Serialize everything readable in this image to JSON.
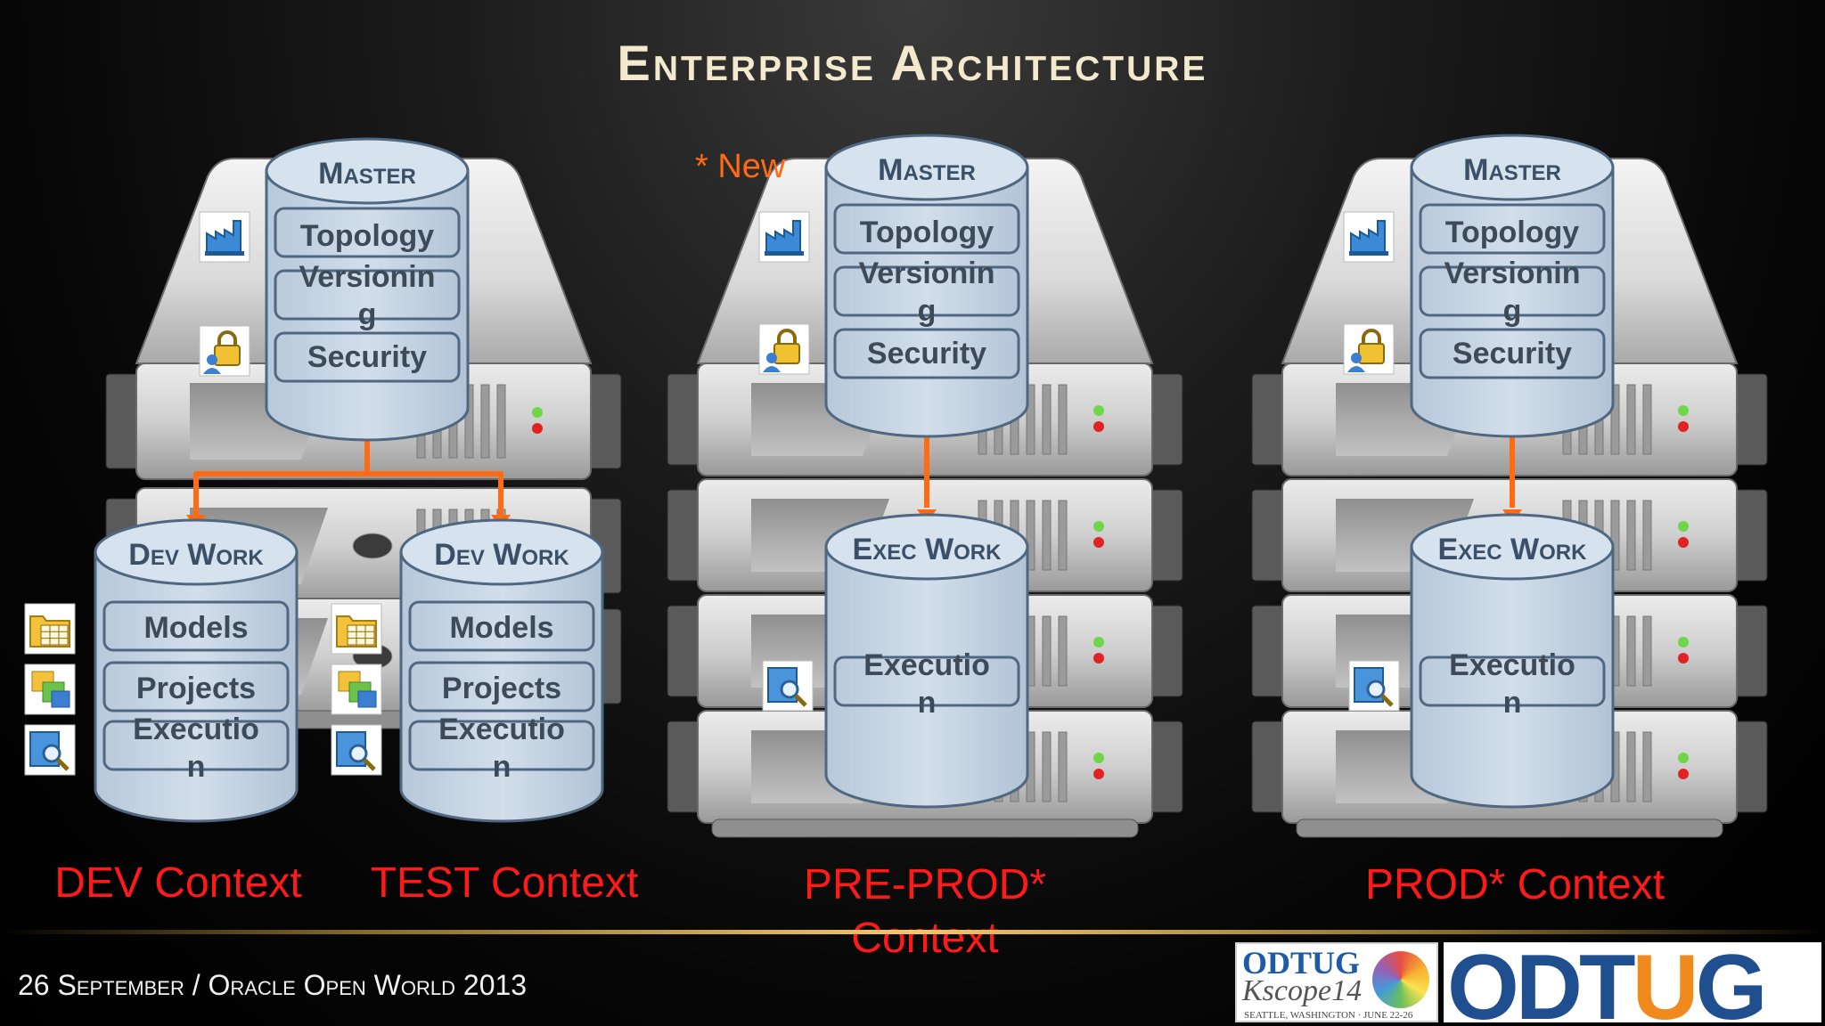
{
  "title": "Enterprise Architecture",
  "note": "* New",
  "colors": {
    "background": "#000000",
    "title": "#f3e9cc",
    "context_label": "#ff1a1a",
    "connector": "#ff6a13",
    "cylinder_fill": "#c9d7e6",
    "cylinder_stroke": "#4f6780",
    "cylinder_text": "#3e4a57"
  },
  "repositories": {
    "master_label": "Master",
    "master_items": [
      "Topology",
      "Versionin g",
      "Security"
    ],
    "dev_work_label": "Dev Work",
    "dev_work_items": [
      "Models",
      "Projects",
      "Executio n"
    ],
    "exec_work_label": "Exec Work",
    "exec_work_items": [
      "Executio n"
    ]
  },
  "contexts": {
    "dev": "DEV Context",
    "test": "TEST Context",
    "preprod": "PRE-PROD* Context",
    "prod": "PROD* Context"
  },
  "icons": [
    "factory-icon",
    "lock-user-icon",
    "table-folder-icon",
    "projects-icon",
    "search-execution-icon"
  ],
  "footer": {
    "date": "26 September / Oracle Open World 2013"
  },
  "logos": {
    "kscope_line1": "ODTUG",
    "kscope_line2": "Kscope14",
    "kscope_line3": "SEATTLE, WASHINGTON · JUNE 22-26",
    "odtug_a": "ODT",
    "odtug_b": "U",
    "odtug_c": "G"
  }
}
